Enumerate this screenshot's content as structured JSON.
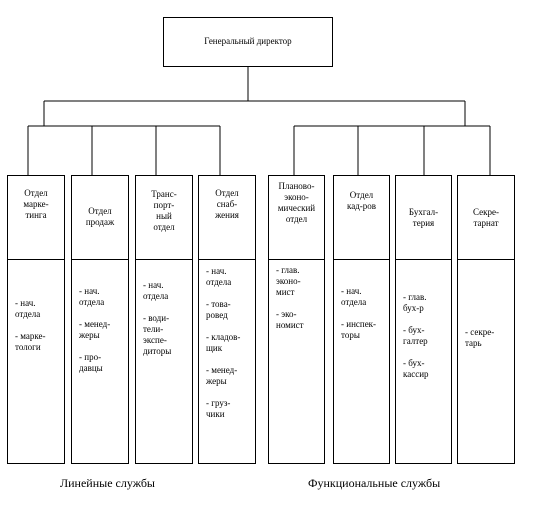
{
  "top": {
    "label": "Генеральный директор"
  },
  "departments": [
    {
      "title": "Отдел\nмарке-\nтинга",
      "staff": "- нач.\nотдела\n\n- марке-\nтологи"
    },
    {
      "title": "Отдел\nпродаж",
      "staff": "- нач.\nотдела\n\n- менед-\nжеры\n\n- про-\nдавцы"
    },
    {
      "title": "Транс-\nпорт-\nный\nотдел",
      "staff": "- нач.\nотдела\n\n- води-\nтели-\nэкспе-\nдиторы"
    },
    {
      "title": "Отдел\nснаб-\nжения",
      "staff": "- нач.\nотдела\n\n- това-\nровед\n\n- кладов-\nщик\n\n- менед-\nжеры\n\n- груз-\nчики"
    },
    {
      "title": "Планово-\nэконо-\nмический\nотдел",
      "staff": "- глав.\nэконо-\nмист\n\n- эко-\nномист"
    },
    {
      "title": "Отдел\nкад-ров",
      "staff": "- нач.\nотдела\n\n- инспек-\nторы"
    },
    {
      "title": "Бухгал-\nтерия",
      "staff": "- глав.\nбух-р\n\n- бух-\nгалтер\n\n- бух-\nкассир"
    },
    {
      "title": "Секре-\nтарнат",
      "staff": "- секре-\nтарь"
    }
  ],
  "groups": {
    "linear": "Линейные службы",
    "functional": "Функциональные службы"
  }
}
